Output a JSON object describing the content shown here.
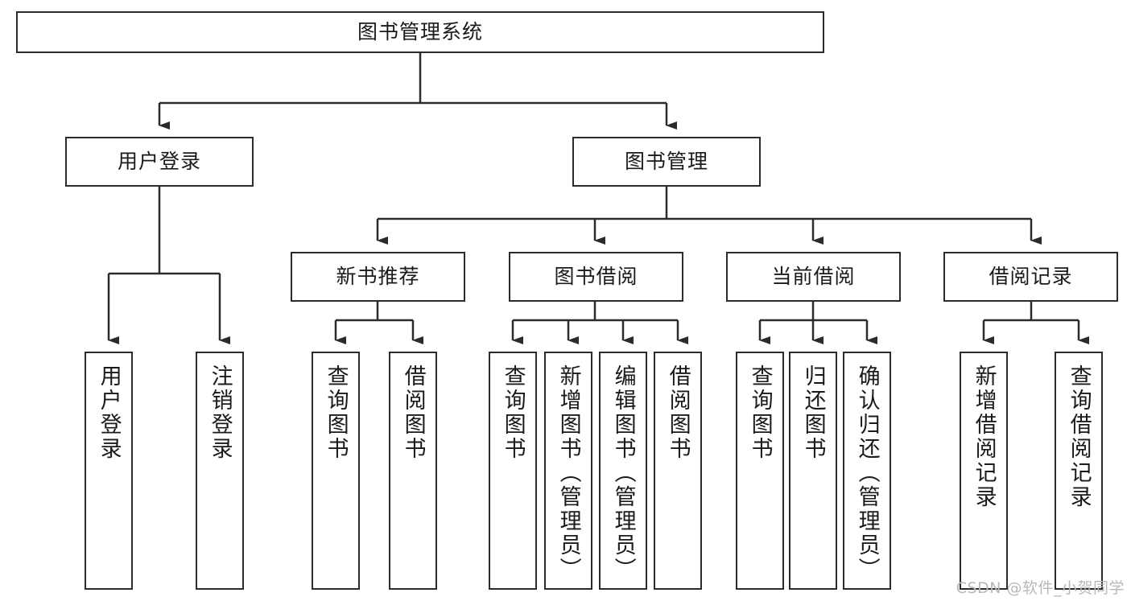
{
  "diagram": {
    "title": "图书管理系统",
    "type": "tree-hierarchy-diagram",
    "watermark": "CSDN @软件_小贺同学",
    "colors": {
      "box_border": "#2b2b2b",
      "box_fill": "#ffffff",
      "edge": "#2b2b2b",
      "text": "#1a1a1a",
      "watermark": "#b9b9b9"
    },
    "root": {
      "label": "图书管理系统"
    },
    "level2": [
      {
        "label": "用户登录"
      },
      {
        "label": "图书管理"
      }
    ],
    "level3": [
      {
        "label": "新书推荐"
      },
      {
        "label": "图书借阅"
      },
      {
        "label": "当前借阅"
      },
      {
        "label": "借阅记录"
      }
    ],
    "leaves": {
      "user_login": [
        {
          "label": "用户登录"
        },
        {
          "label": "注销登录"
        }
      ],
      "new_book_recommend": [
        {
          "label": "查询图书"
        },
        {
          "label": "借阅图书"
        }
      ],
      "book_borrow": [
        {
          "label": "查询图书"
        },
        {
          "label": "新增图书（管理员）"
        },
        {
          "label": "编辑图书（管理员）"
        },
        {
          "label": "借阅图书"
        }
      ],
      "current_borrow": [
        {
          "label": "查询图书"
        },
        {
          "label": "归还图书"
        },
        {
          "label": "确认归还（管理员）"
        }
      ],
      "borrow_record": [
        {
          "label": "新增借阅记录"
        },
        {
          "label": "查询借阅记录"
        }
      ]
    }
  }
}
